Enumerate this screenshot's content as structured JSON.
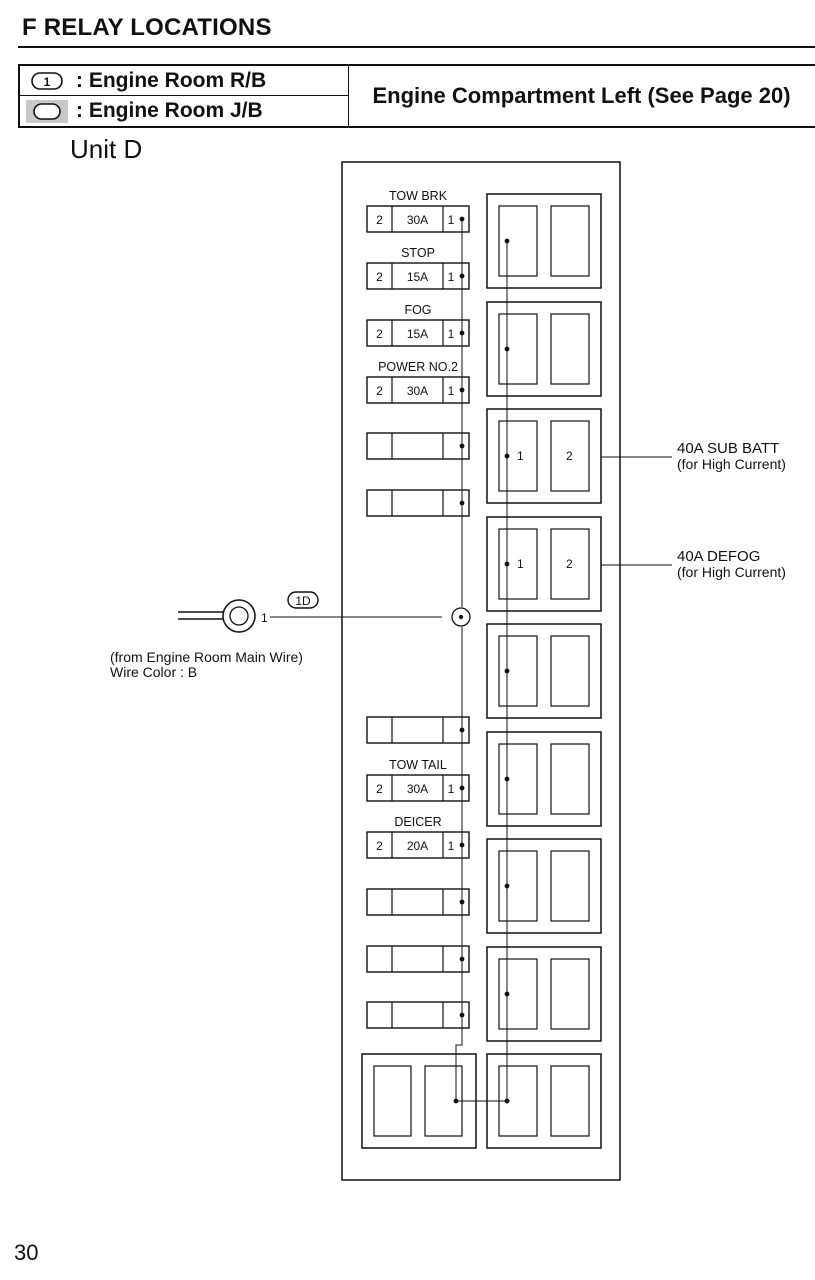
{
  "page": {
    "heading": "F  RELAY LOCATIONS",
    "page_number": "30"
  },
  "legend": {
    "rb_symbol_text": "1",
    "rb_label": ": Engine Room R/B",
    "jb_label": ": Engine Room J/B",
    "location": "Engine Compartment Left (See Page 20)"
  },
  "unit_label": "Unit D",
  "fuses": [
    {
      "name": "TOW BRK",
      "left_pin": "2",
      "rating": "30A",
      "right_pin": "1"
    },
    {
      "name": "STOP",
      "left_pin": "2",
      "rating": "15A",
      "right_pin": "1"
    },
    {
      "name": "FOG",
      "left_pin": "2",
      "rating": "15A",
      "right_pin": "1"
    },
    {
      "name": "POWER NO.2",
      "left_pin": "2",
      "rating": "30A",
      "right_pin": "1"
    },
    {
      "name": "",
      "left_pin": "",
      "rating": "",
      "right_pin": ""
    },
    {
      "name": "",
      "left_pin": "",
      "rating": "",
      "right_pin": ""
    },
    {
      "name": "",
      "left_pin": "",
      "rating": "",
      "right_pin": ""
    },
    {
      "name": "TOW TAIL",
      "left_pin": "2",
      "rating": "30A",
      "right_pin": "1"
    },
    {
      "name": "DEICER",
      "left_pin": "2",
      "rating": "20A",
      "right_pin": "1"
    },
    {
      "name": "",
      "left_pin": "",
      "rating": "",
      "right_pin": ""
    },
    {
      "name": "",
      "left_pin": "",
      "rating": "",
      "right_pin": ""
    },
    {
      "name": "",
      "left_pin": "",
      "rating": "",
      "right_pin": ""
    }
  ],
  "relays": [
    {
      "pin_left": "",
      "pin_right": ""
    },
    {
      "pin_left": "",
      "pin_right": ""
    },
    {
      "pin_left": "1",
      "pin_right": "2"
    },
    {
      "pin_left": "1",
      "pin_right": "2"
    },
    {
      "pin_left": "",
      "pin_right": ""
    },
    {
      "pin_left": "",
      "pin_right": ""
    },
    {
      "pin_left": "",
      "pin_right": ""
    },
    {
      "pin_left": "",
      "pin_right": ""
    },
    {
      "pin_left": "",
      "pin_right": ""
    }
  ],
  "callouts": {
    "sub_batt": {
      "title": "40A SUB BATT",
      "note": "(for High Current)"
    },
    "defog": {
      "title": "40A DEFOG",
      "note": "(for High Current)"
    }
  },
  "connector": {
    "tag": "1D",
    "pin": "1",
    "source": "(from Engine Room Main Wire)",
    "wire_color": "Wire Color : B"
  }
}
